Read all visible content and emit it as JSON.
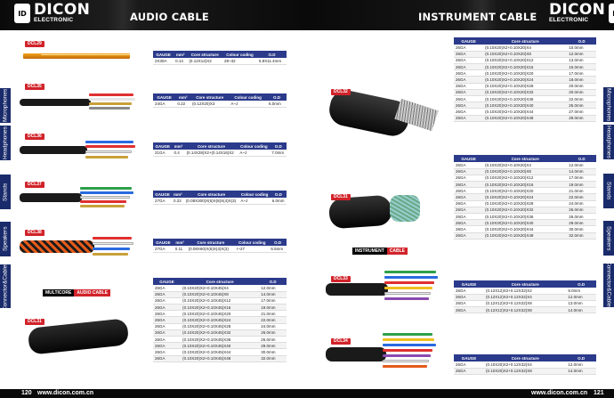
{
  "left": {
    "brand": "DICON",
    "brand_sub": "ELECTRONIC",
    "logo_mark": "ID",
    "section_title": "AUDIO CABLE",
    "page_number": "120",
    "website": "www.dicon.com.cn",
    "side_tabs": [
      "Microphones",
      "Headphones",
      "Stands",
      "Speakers",
      "Connector&Cables"
    ],
    "cable_labels": [
      "DCL29",
      "DCL35",
      "DCL36",
      "DCL37",
      "DCL38",
      "DCL31"
    ],
    "multicore_tag": {
      "black": "MULTICORE",
      "red": "AUDIO CABLE"
    },
    "table_headers": [
      "GAUGE",
      "mm²",
      "Core structure",
      "Colour coding",
      "O.D"
    ],
    "short_headers": [
      "GAUGE",
      "Core structure",
      "O.D"
    ],
    "t1": [
      [
        "2X30A",
        "0.14",
        "(0.12X12)X2",
        "28~32",
        "5.8X11.4mm"
      ]
    ],
    "t2": [
      [
        "24GA",
        "0.22",
        "(0.12X20)X3",
        "A~J",
        "6.0mm"
      ]
    ],
    "t3": [
      [
        "21GA",
        "0.4",
        "(0.14X28)X2+(0.14X16)X2",
        "A~J",
        "7.0mm"
      ]
    ],
    "t4": [
      [
        "27GA",
        "0.22",
        "(0.08X300)X(6)X(8)X(4)X(3)",
        "A~J",
        "6.0mm"
      ]
    ],
    "t5": [
      [
        "27GA",
        "0.11",
        "(0.08X60)X(6)X(4)X(3)",
        "I~27",
        "6.5mm"
      ]
    ],
    "t6": [
      [
        "26GA",
        "(0.10X20)X2+0.10X45)X4",
        "12.0mm"
      ],
      [
        "26GA",
        "(0.10X20)X2+0.10X45)X8",
        "14.0mm"
      ],
      [
        "26GA",
        "(0.10X20)X2+0.10X45)X12",
        "17.0mm"
      ],
      [
        "26GA",
        "(0.10X20)X2+0.10X45)X16",
        "19.0mm"
      ],
      [
        "26GA",
        "(0.10X20)X2+0.10X45)X20",
        "21.0mm"
      ],
      [
        "26GA",
        "(0.10X20)X2+0.10X45)X24",
        "22.0mm"
      ],
      [
        "26GA",
        "(0.10X20)X2+0.10X45)X28",
        "24.0mm"
      ],
      [
        "26GA",
        "(0.10X20)X2+0.10X45)X32",
        "26.0mm"
      ],
      [
        "26GA",
        "(0.10X20)X2+0.10X45)X36",
        "26.0mm"
      ],
      [
        "26GA",
        "(0.10X20)X2+0.10X45)X40",
        "29.0mm"
      ],
      [
        "26GA",
        "(0.10X20)X2+0.10X45)X44",
        "30.0mm"
      ],
      [
        "26GA",
        "(0.10X20)X2+0.10X45)X48",
        "32.0mm"
      ]
    ]
  },
  "right": {
    "brand": "DICON",
    "brand_sub": "ELECTRONIC",
    "logo_mark": "ID",
    "section_title": "INSTRUMENT CABLE",
    "page_number": "121",
    "website": "www.dicon.com.cn",
    "side_tabs": [
      "Microphones",
      "Headphones",
      "Stands",
      "Speakers",
      "Connector&Cables"
    ],
    "cable_labels": [
      "DCL32",
      "DCL31",
      "DCL33",
      "DCL34"
    ],
    "instrument_tag": {
      "black": "INSTRUMENT",
      "red": "CABLE"
    },
    "headers": [
      "GAUGE",
      "Core structure",
      "O.D"
    ],
    "r1": [
      [
        "26GA",
        "(0.10X20)X2+0.10X20)X4",
        "10.0mm"
      ],
      [
        "26GA",
        "(0.10X20)X2+0.10X20)X8",
        "12.0mm"
      ],
      [
        "26GA",
        "(0.10X20)X2+0.10X20)X12",
        "13.0mm"
      ],
      [
        "26GA",
        "(0.10X20)X2+0.10X20)X16",
        "15.0mm"
      ],
      [
        "26GA",
        "(0.10X20)X2+0.10X20)X20",
        "17.0mm"
      ],
      [
        "26GA",
        "(0.10X20)X2+0.10X20)X24",
        "18.0mm"
      ],
      [
        "26GA",
        "(0.10X20)X2+0.10X20)X28",
        "20.0mm"
      ],
      [
        "26GA",
        "(0.10X20)X2+0.10X20)X32",
        "20.0mm"
      ],
      [
        "26GA",
        "(0.10X20)X2+0.10X20)X36",
        "22.0mm"
      ],
      [
        "26GA",
        "(0.10X20)X2+0.10X20)X40",
        "25.0mm"
      ],
      [
        "26GA",
        "(0.10X20)X2+0.10X20)X44",
        "27.0mm"
      ],
      [
        "26GA",
        "(0.10X20)X2+0.10X20)X48",
        "29.0mm"
      ]
    ],
    "r2": [
      [
        "26GA",
        "(0.10X20)X2+0.10X20)X4",
        "12.0mm"
      ],
      [
        "26GA",
        "(0.10X20)X2+0.10X20)X8",
        "14.0mm"
      ],
      [
        "26GA",
        "(0.10X20)X2+0.10X20)X12",
        "17.0mm"
      ],
      [
        "26GA",
        "(0.10X20)X2+0.10X20)X16",
        "19.0mm"
      ],
      [
        "26GA",
        "(0.10X20)X2+0.10X20)X20",
        "21.0mm"
      ],
      [
        "26GA",
        "(0.10X20)X2+0.10X20)X24",
        "22.0mm"
      ],
      [
        "26GA",
        "(0.10X20)X2+0.10X20)X28",
        "24.0mm"
      ],
      [
        "26GA",
        "(0.10X20)X2+0.10X20)X32",
        "26.0mm"
      ],
      [
        "26GA",
        "(0.10X20)X2+0.10X20)X36",
        "26.0mm"
      ],
      [
        "26GA",
        "(0.10X20)X2+0.10X20)X40",
        "29.0mm"
      ],
      [
        "26GA",
        "(0.10X20)X2+0.10X20)X44",
        "30.0mm"
      ],
      [
        "26GA",
        "(0.10X20)X2+0.10X20)X48",
        "32.0mm"
      ]
    ],
    "r3": [
      [
        "26GA",
        "(0.12X12)X2+0.12X32)X2",
        "9.0mm"
      ],
      [
        "26GA",
        "(0.12X12)X2+0.12X32)X4",
        "12.0mm"
      ],
      [
        "26GA",
        "(0.12X12)X2+0.12X32)X8",
        "13.0mm"
      ],
      [
        "26GA",
        "(0.12X12)X2+0.12X32)X8",
        "14.0mm"
      ]
    ],
    "r4": [
      [
        "26GA",
        "(0.10X20)X2+0.12X32)X4",
        "12.0mm"
      ],
      [
        "26GA",
        "(0.10X20)X2+0.12X32)X8",
        "14.0mm"
      ]
    ]
  },
  "colors": {
    "banner": "#0a0a0a",
    "accent_red": "#d1232a",
    "table_header": "#2b3a8a",
    "side_tab": "#1a2b6b"
  }
}
